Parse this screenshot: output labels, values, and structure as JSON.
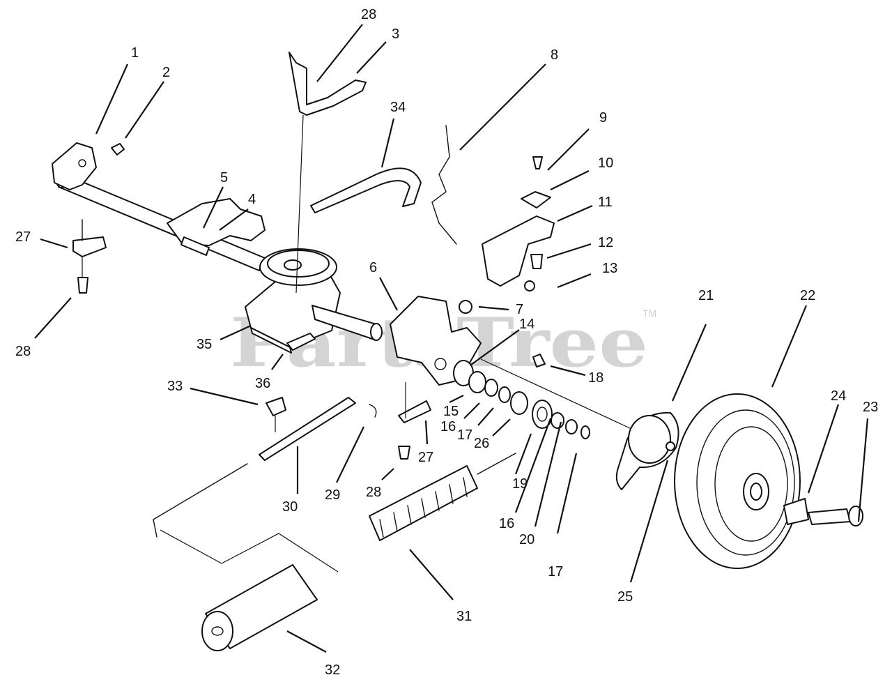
{
  "watermark": {
    "text": "PartsTree",
    "mark": "TM"
  },
  "callouts": [
    {
      "key": "c1",
      "label": "1"
    },
    {
      "key": "c2",
      "label": "2"
    },
    {
      "key": "c28a",
      "label": "28"
    },
    {
      "key": "c3",
      "label": "3"
    },
    {
      "key": "c8",
      "label": "8"
    },
    {
      "key": "c34",
      "label": "34"
    },
    {
      "key": "c9",
      "label": "9"
    },
    {
      "key": "c10",
      "label": "10"
    },
    {
      "key": "c11",
      "label": "11"
    },
    {
      "key": "c12",
      "label": "12"
    },
    {
      "key": "c13",
      "label": "13"
    },
    {
      "key": "c5",
      "label": "5"
    },
    {
      "key": "c4",
      "label": "4"
    },
    {
      "key": "c27a",
      "label": "27"
    },
    {
      "key": "c28b",
      "label": "28"
    },
    {
      "key": "c6",
      "label": "6"
    },
    {
      "key": "c7",
      "label": "7"
    },
    {
      "key": "c14",
      "label": "14"
    },
    {
      "key": "c21",
      "label": "21"
    },
    {
      "key": "c22",
      "label": "22"
    },
    {
      "key": "c35",
      "label": "35"
    },
    {
      "key": "c36",
      "label": "36"
    },
    {
      "key": "c18",
      "label": "18"
    },
    {
      "key": "c33",
      "label": "33"
    },
    {
      "key": "c15",
      "label": "15"
    },
    {
      "key": "c16a",
      "label": "16"
    },
    {
      "key": "c17a",
      "label": "17"
    },
    {
      "key": "c26",
      "label": "26"
    },
    {
      "key": "c24",
      "label": "24"
    },
    {
      "key": "c23",
      "label": "23"
    },
    {
      "key": "c27b",
      "label": "27"
    },
    {
      "key": "c29",
      "label": "29"
    },
    {
      "key": "c28c",
      "label": "28"
    },
    {
      "key": "c30",
      "label": "30"
    },
    {
      "key": "c19",
      "label": "19"
    },
    {
      "key": "c16b",
      "label": "16"
    },
    {
      "key": "c20",
      "label": "20"
    },
    {
      "key": "c17b",
      "label": "17"
    },
    {
      "key": "c25",
      "label": "25"
    },
    {
      "key": "c31",
      "label": "31"
    },
    {
      "key": "c32",
      "label": "32"
    }
  ]
}
